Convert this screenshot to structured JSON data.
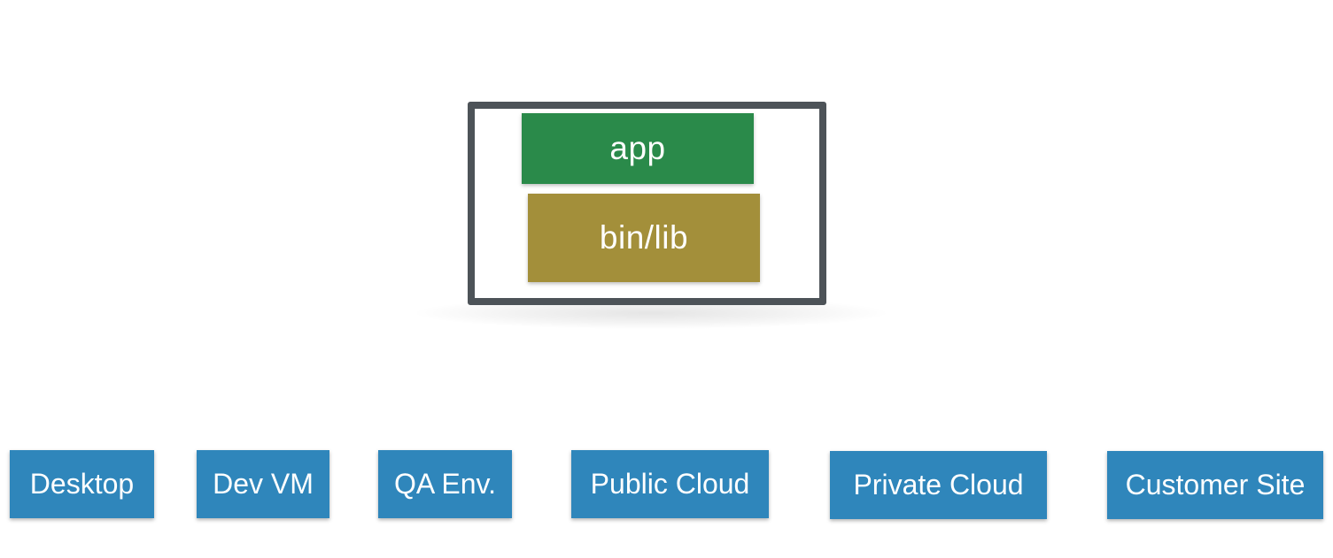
{
  "container": {
    "layers": {
      "app": "app",
      "bin_lib": "bin/lib"
    },
    "colors": {
      "frame": "#4d5358",
      "app": "#2a8a4a",
      "bin_lib": "#a38f3a"
    }
  },
  "targets": [
    "Desktop",
    "Dev VM",
    "QA Env.",
    "Public Cloud",
    "Private Cloud",
    "Customer Site"
  ],
  "target_color": "#2f86bb"
}
